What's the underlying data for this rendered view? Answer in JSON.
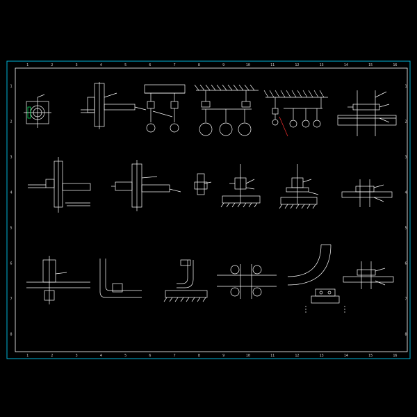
{
  "sheet": {
    "background": "#000000",
    "border_color": "#00b4d8",
    "frame_color": "#ffffff",
    "column_ticks": [
      "1",
      "2",
      "3",
      "4",
      "5",
      "6",
      "7",
      "8",
      "9",
      "10",
      "11",
      "12",
      "13",
      "14",
      "15",
      "16"
    ],
    "row_ticks": [
      "1",
      "2",
      "3",
      "4",
      "5",
      "6",
      "7",
      "8"
    ]
  },
  "details": {
    "d1": {
      "caption": "",
      "note": ""
    },
    "d2": {
      "caption": ""
    },
    "d3": {
      "caption": ""
    },
    "d4": {
      "caption": ""
    },
    "d5": {
      "caption": ""
    },
    "d6": {
      "caption": ""
    },
    "d7": {
      "caption": "",
      "notes": [
        "",
        "",
        ""
      ]
    },
    "d8": {
      "caption": ""
    },
    "d9": {
      "caption": ""
    },
    "d10": {
      "label": ""
    },
    "d11": {
      "label": ""
    },
    "d12": {
      "label": ""
    },
    "d13": {
      "caption": ""
    },
    "d14": {
      "caption": ""
    },
    "d15": {
      "caption": ""
    },
    "d16": {
      "label": ""
    },
    "d17": {
      "caption": ""
    },
    "d18": {
      "label": ""
    }
  },
  "colors": {
    "line": "#ffffff",
    "caption_red": "#ff4040",
    "caption_blue": "#6fa8ff",
    "accent_red": "#ff3030"
  }
}
